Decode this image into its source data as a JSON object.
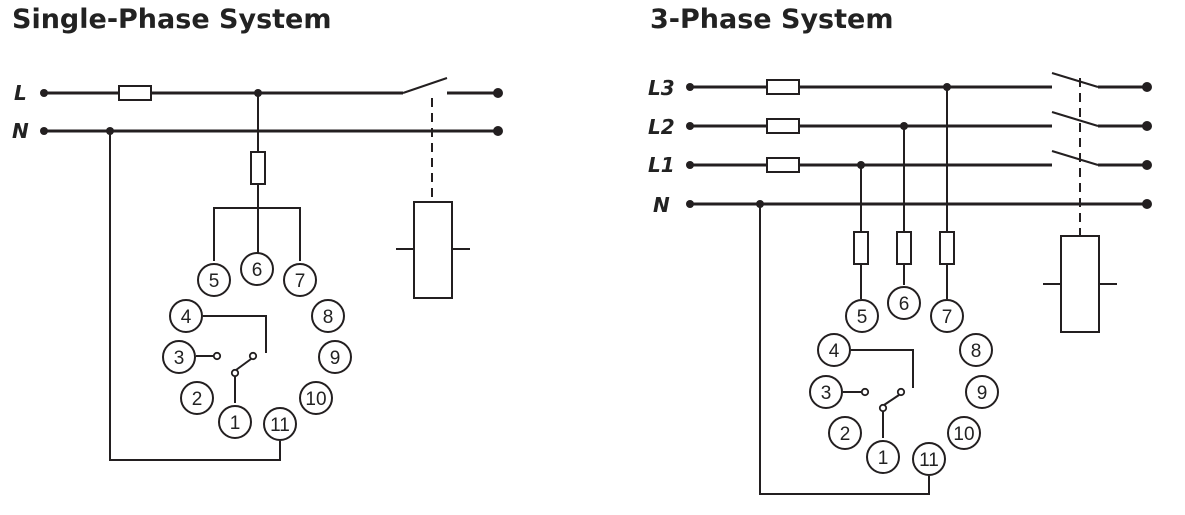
{
  "single_phase": {
    "title": "Single-Phase System",
    "lines": [
      "L",
      "N"
    ],
    "pins": [
      "1",
      "2",
      "3",
      "4",
      "5",
      "6",
      "7",
      "8",
      "9",
      "10",
      "11"
    ]
  },
  "three_phase": {
    "title": "3-Phase System",
    "lines": [
      "L3",
      "L2",
      "L1",
      "N"
    ],
    "pins": [
      "1",
      "2",
      "3",
      "4",
      "5",
      "6",
      "7",
      "8",
      "9",
      "10",
      "11"
    ]
  },
  "colors": {
    "ink": "#231f20",
    "background": "#ffffff"
  }
}
